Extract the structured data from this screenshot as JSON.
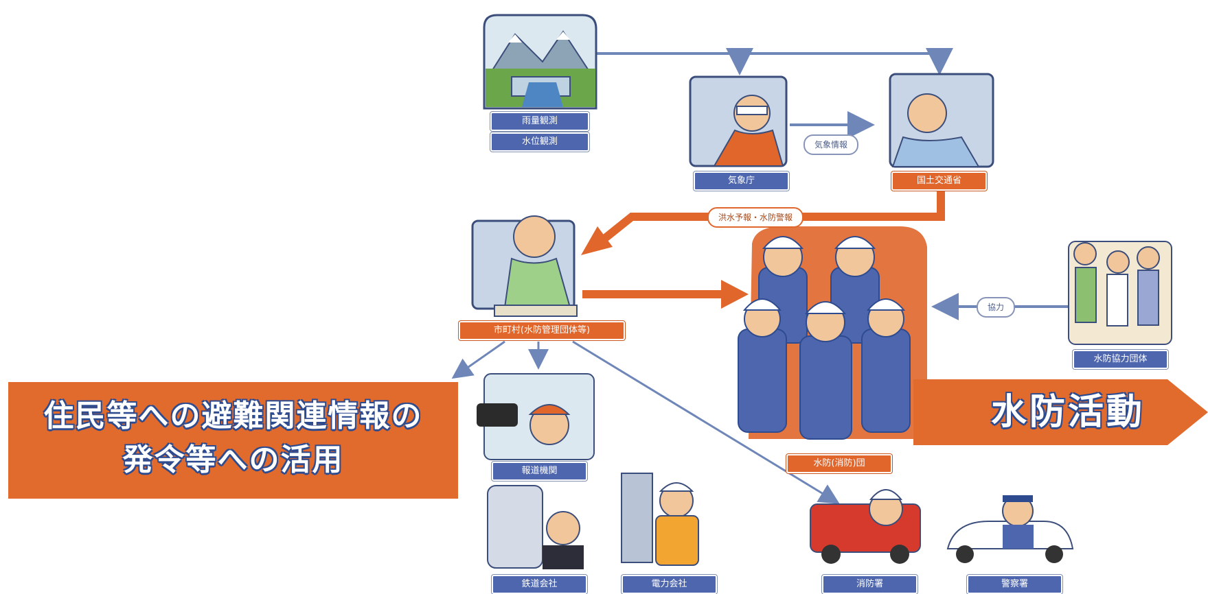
{
  "nodes": {
    "observation": {
      "labels": [
        "雨量観測",
        "水位観測"
      ]
    },
    "jma": {
      "label": "気象庁"
    },
    "mlit": {
      "label": "国土交通省"
    },
    "municipality": {
      "label": "市町村(水防管理団体等)"
    },
    "flood_team": {
      "label": "水防(消防)団"
    },
    "cooperation_group": {
      "label": "水防協力団体"
    },
    "media": {
      "label": "報道機関"
    },
    "railway": {
      "label": "鉄道会社"
    },
    "power": {
      "label": "電力会社"
    },
    "fire": {
      "label": "消防署"
    },
    "police": {
      "label": "警察署"
    }
  },
  "edge_labels": {
    "weather_info": "気象情報",
    "flood_forecast": "洪水予報・水防警報",
    "cooperation": "協力"
  },
  "callouts": {
    "evacuation_line1": "住民等への避難関連情報の",
    "evacuation_line2": "発令等への活用",
    "flood_activity": "水防活動"
  },
  "colors": {
    "blue": "#4e66ad",
    "arrow_blue": "#6f86b8",
    "orange": "#e0662b",
    "outline": "#2d4b8e"
  }
}
